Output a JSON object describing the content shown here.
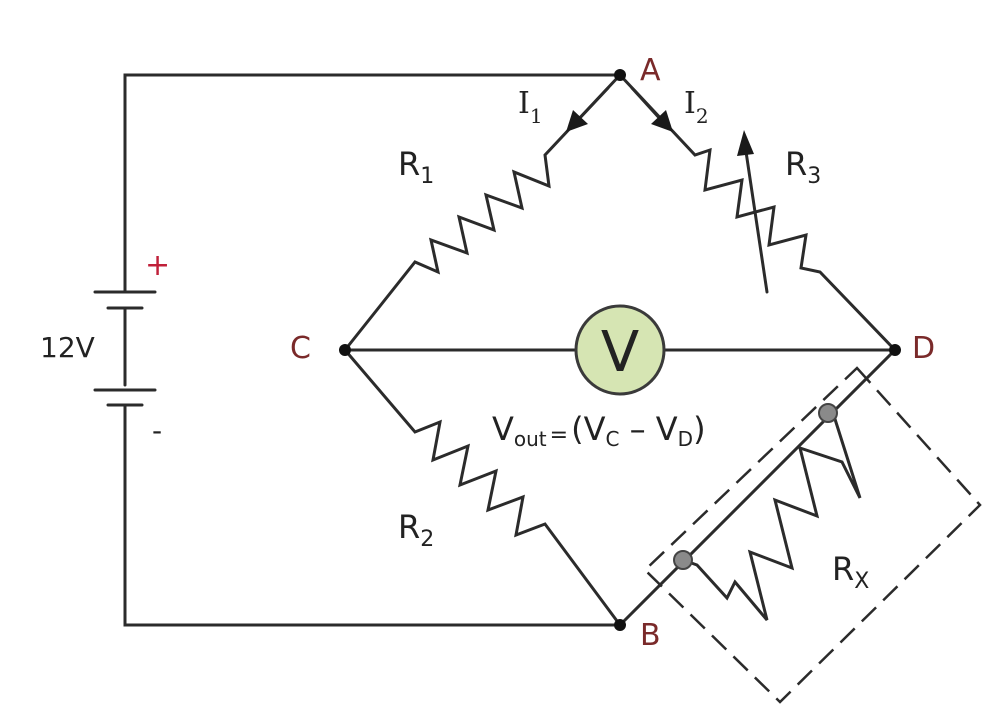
{
  "nodes": {
    "a": "A",
    "b": "B",
    "c": "C",
    "d": "D"
  },
  "battery": {
    "voltage": "12V",
    "plus": "+",
    "minus": "-"
  },
  "currents": {
    "i1": {
      "main": "I",
      "sub": "1"
    },
    "i2": {
      "main": "I",
      "sub": "2"
    }
  },
  "resistors": {
    "r1": {
      "main": "R",
      "sub": "1"
    },
    "r2": {
      "main": "R",
      "sub": "2"
    },
    "r3": {
      "main": "R",
      "sub": "3"
    },
    "rx": {
      "main": "R",
      "sub": "X"
    }
  },
  "voltmeter": {
    "symbol": "V",
    "fill": "#d6e5b3",
    "stroke": "#3a3a3a"
  },
  "vout": {
    "v": "V",
    "out": "out",
    "eq": "=",
    "open": "(V",
    "c": "C",
    "minus": " – V",
    "d": "D",
    "close": ")"
  },
  "colors": {
    "node_label": "#7a2a2a",
    "plus_sign": "#c0203a",
    "wire": "#2b2b2b"
  }
}
